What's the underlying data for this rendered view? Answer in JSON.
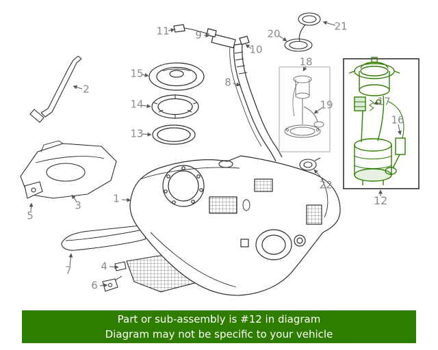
{
  "banner": {
    "line1": "Part or sub-assembly is #12 in diagram",
    "line2": "Diagram may not be specific to your vehicle"
  },
  "colors": {
    "banner_background": "#2e7d00",
    "highlighted_part": "#2e7d00",
    "artwork_line": "#2b2b2b",
    "label_text": "#8a8a8a"
  },
  "highlighted_part_number": "12",
  "labels": [
    {
      "num": "1"
    },
    {
      "num": "2"
    },
    {
      "num": "3"
    },
    {
      "num": "4"
    },
    {
      "num": "5"
    },
    {
      "num": "6"
    },
    {
      "num": "7"
    },
    {
      "num": "8"
    },
    {
      "num": "9"
    },
    {
      "num": "10"
    },
    {
      "num": "11"
    },
    {
      "num": "12"
    },
    {
      "num": "13"
    },
    {
      "num": "14"
    },
    {
      "num": "15"
    },
    {
      "num": "16"
    },
    {
      "num": "17"
    },
    {
      "num": "18"
    },
    {
      "num": "19"
    },
    {
      "num": "20"
    },
    {
      "num": "21"
    },
    {
      "num": "22"
    }
  ]
}
